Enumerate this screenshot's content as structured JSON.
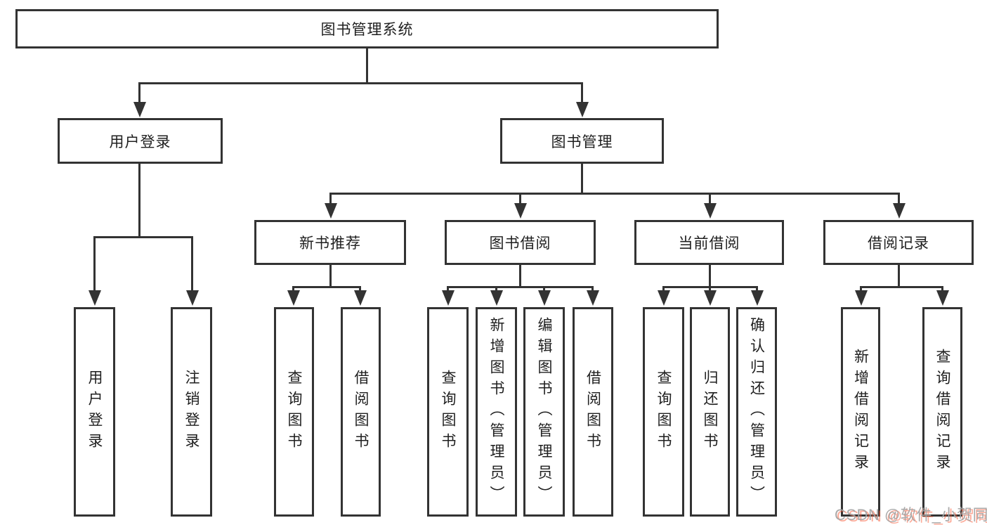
{
  "tree": {
    "label": "图书管理系统",
    "children": [
      {
        "label": "用户登录",
        "children": [
          {
            "label": "用户登录"
          },
          {
            "label": "注销登录"
          }
        ]
      },
      {
        "label": "图书管理",
        "children": [
          {
            "label": "新书推荐",
            "children": [
              {
                "label": "查询图书"
              },
              {
                "label": "借阅图书"
              }
            ]
          },
          {
            "label": "图书借阅",
            "children": [
              {
                "label": "查询图书"
              },
              {
                "label": "新增图书（管理员）"
              },
              {
                "label": "编辑图书（管理员）"
              },
              {
                "label": "借阅图书"
              }
            ]
          },
          {
            "label": "当前借阅",
            "children": [
              {
                "label": "查询图书"
              },
              {
                "label": "归还图书"
              },
              {
                "label": "确认归还（管理员）"
              }
            ]
          },
          {
            "label": "借阅记录",
            "children": [
              {
                "label": "新增借阅记录"
              },
              {
                "label": "查询借阅记录"
              }
            ]
          }
        ]
      }
    ]
  },
  "watermark": {
    "text": "CSDN @软件_小贺同学"
  },
  "colors": {
    "line": "#333333",
    "box_border": "#333333",
    "box_fill": "#ffffff",
    "text": "#1f1f1f",
    "watermark_gray": "#a3a3a3",
    "watermark_accent": "#fc5531"
  }
}
